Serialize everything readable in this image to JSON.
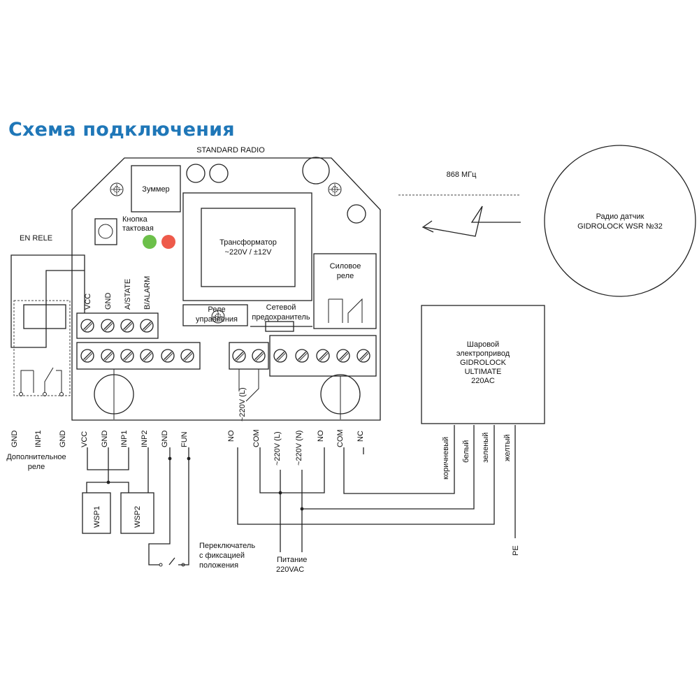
{
  "title": "Схема подключения",
  "header": {
    "standard_radio": "STANDARD RADIO",
    "frequency": "868 МГц"
  },
  "board": {
    "buzzer": "Зуммер",
    "button_line1": "Кнопка",
    "button_line2": "тактовая",
    "transformer_line1": "Трансформатор",
    "transformer_line2": "~220V / ±12V",
    "power_relay_line1": "Силовое",
    "power_relay_line2": "реле",
    "control_relay_line1": "Реле",
    "control_relay_line2": "управления",
    "fuse_line1": "Сетевой",
    "fuse_line2": "предохранитель",
    "inner_label": "~220V (L)"
  },
  "en_rele": "EN RELE",
  "top_terminals": [
    "VCC",
    "GND",
    "A/STATE",
    "B/ALARM"
  ],
  "bottom_left_terminals": [
    "VCC",
    "GND",
    "INP1",
    "INP2",
    "GND",
    "FUN"
  ],
  "bottom_right_terminals": [
    "NO",
    "COM",
    "~220V (L)",
    "~220V (N)",
    "NO",
    "COM",
    "NC"
  ],
  "ext_relay_terminals": [
    "GND",
    "INP1",
    "GND"
  ],
  "ext_relay_line1": "Дополнительное",
  "ext_relay_line2": "реле",
  "sensor_line1": "Радио датчик",
  "sensor_line2": "GIDROLOCK WSR №32",
  "actuator_lines": [
    "Шаровой",
    "электропривод",
    "GIDROLOCK",
    "ULTIMATE",
    "220AC"
  ],
  "wire_colors": [
    "коричневый",
    "белый",
    "зеленый",
    "желтый"
  ],
  "wsp1": "WSP1",
  "wsp2": "WSP2",
  "switch_lines": [
    "Переключатель",
    "с фиксацией",
    "положения"
  ],
  "power_line1": "Питание",
  "power_line2": "220VAC",
  "pe": "PE",
  "colors": {
    "title": "#1f77b8",
    "led_green": "#6cc04a",
    "led_red": "#ee5a4a"
  }
}
